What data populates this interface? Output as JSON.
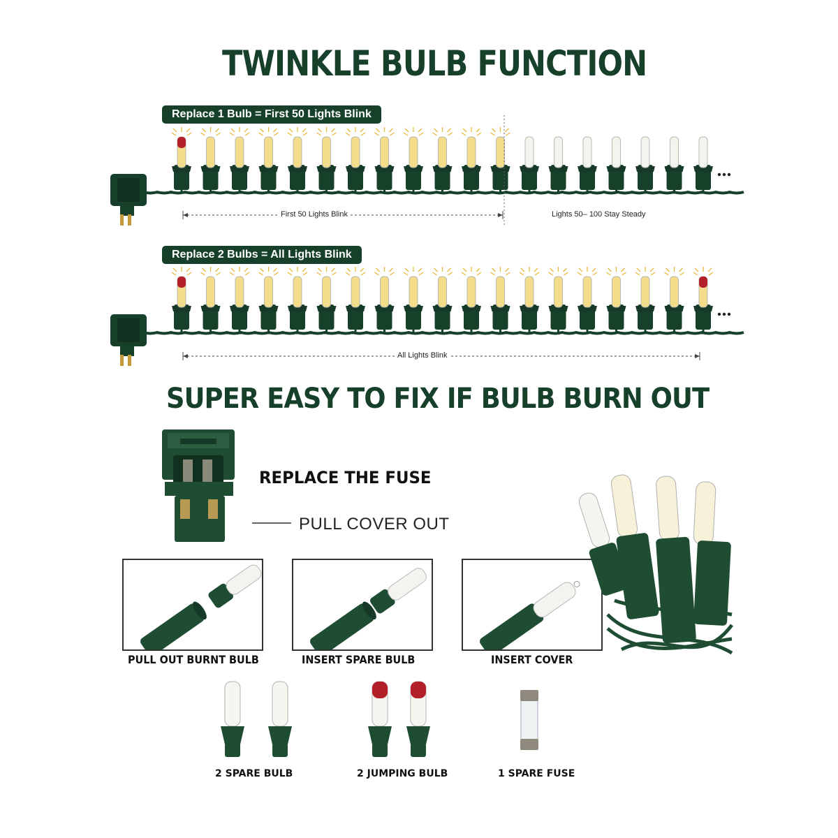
{
  "header": {
    "title": "TWINKLE BULB FUNCTION"
  },
  "section1": {
    "badge": "Replace 1 Bulb = First 50 Lights Blink",
    "span_left": "First 50 Lights Blink",
    "span_right": "Lights 50– 100 Stay Steady",
    "blinking_count": 12,
    "total_bulbs": 19
  },
  "section2": {
    "badge": "Replace 2 Bulbs = All Lights Blink",
    "span": "All Lights Blink",
    "total_bulbs": 19
  },
  "fix": {
    "title": "SUPER EASY TO FIX IF BULB BURN OUT",
    "fuse_heading": "REPLACE THE FUSE",
    "fuse_step": "PULL COVER OUT",
    "steps": [
      {
        "label": "PULL OUT BURNT BULB"
      },
      {
        "label": "INSERT SPARE BULB"
      },
      {
        "label": "INSERT COVER"
      }
    ],
    "accessories": [
      {
        "label": "2 SPARE BULB"
      },
      {
        "label": "2 JUMPING BULB"
      },
      {
        "label": "1 SPARE FUSE"
      }
    ]
  },
  "colors": {
    "wire_green": "#17402a",
    "bulb_glow": "#f3dc8a",
    "jumping_tip": "#b3202a"
  },
  "icons": [
    "plug-icon",
    "bulb-icon",
    "jumping-bulb-icon",
    "fuse-icon",
    "ellipsis-icon"
  ]
}
